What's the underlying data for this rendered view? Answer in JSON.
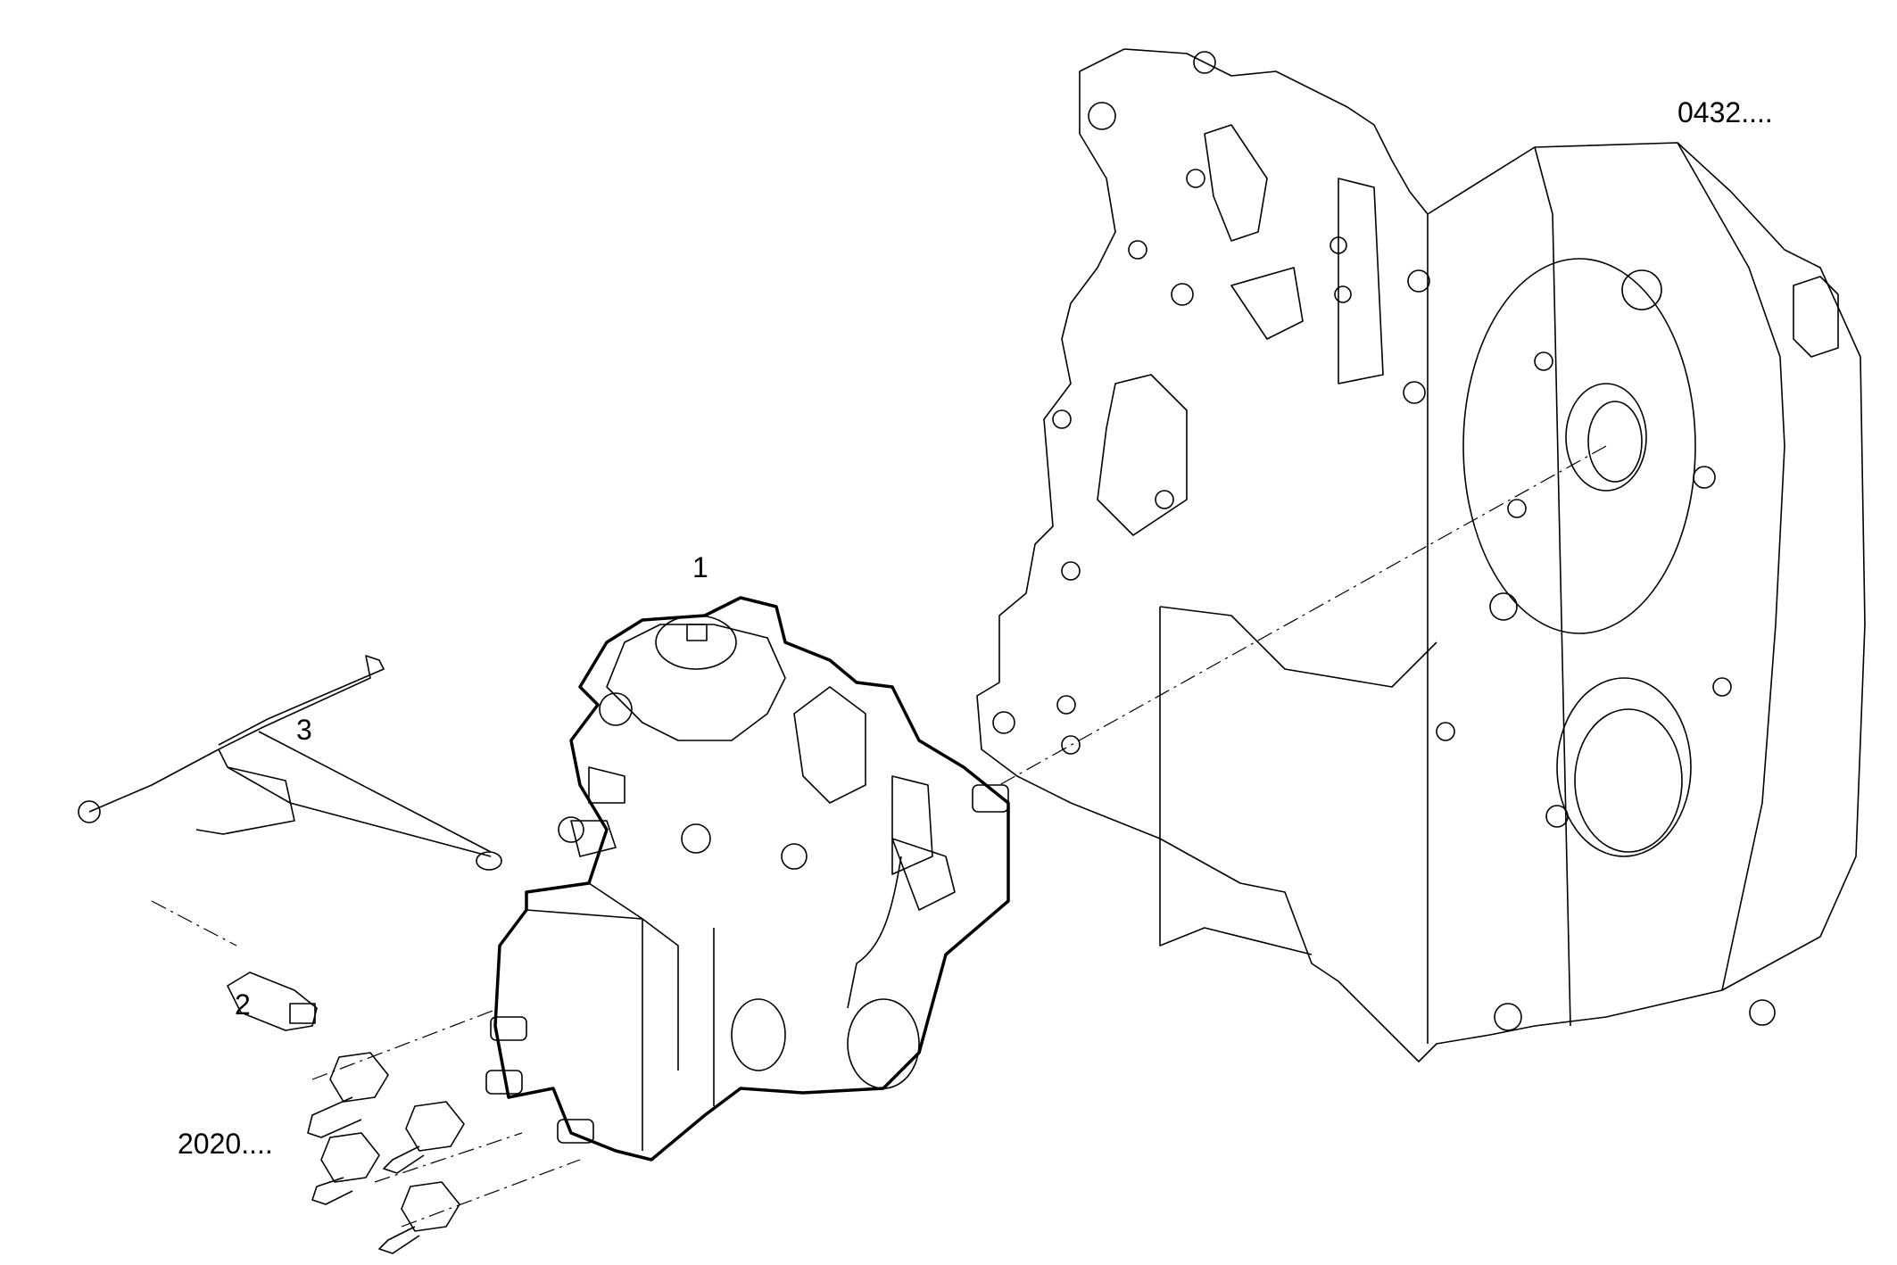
{
  "diagram": {
    "callouts": {
      "pump": "1",
      "sensor": "2",
      "harness": "3",
      "housing_ref": "0432....",
      "fittings_ref": "2020...."
    },
    "line_color": "#000000",
    "background": "#ffffff"
  }
}
